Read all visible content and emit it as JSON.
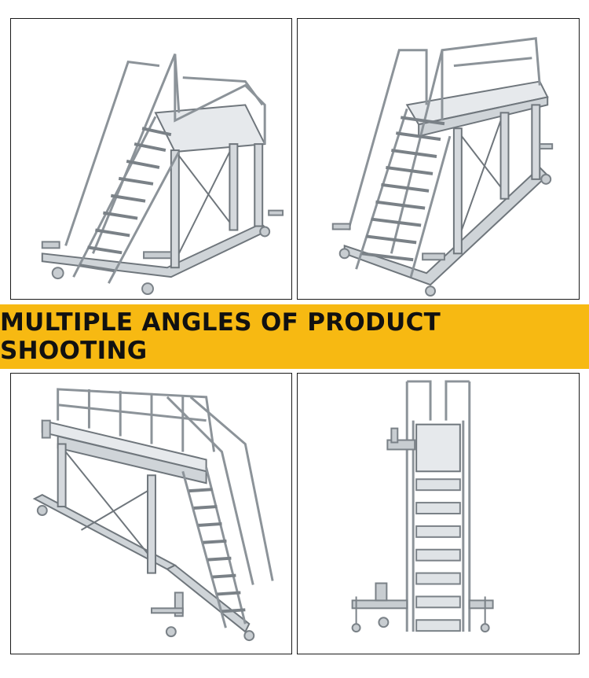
{
  "banner": {
    "text": "MULTIPLE ANGLES OF PRODUCT SHOOTING",
    "background_color": "#f7b912",
    "text_color": "#111111"
  },
  "panels": [
    {
      "view": "front-left three-quarter view"
    },
    {
      "view": "front-right three-quarter view"
    },
    {
      "view": "rear three-quarter view"
    },
    {
      "view": "front view"
    }
  ],
  "colors": {
    "metal": "#d9dde0",
    "metal_dark": "#9ea5ab",
    "metal_edge": "#6f767c"
  }
}
